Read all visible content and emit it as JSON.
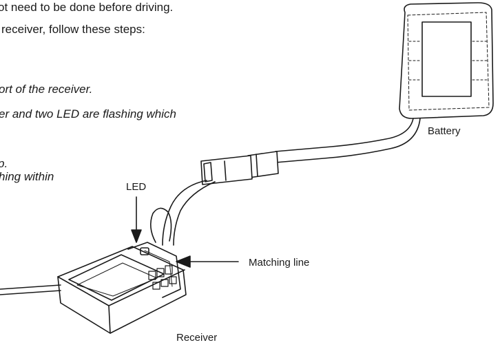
{
  "instructions": {
    "line1": "ot need to be done before driving.",
    "line2": "receiver, follow these steps:",
    "step1": "ort of the receiver.",
    "step2": "er and two LED are flashing which",
    "step3": "p.",
    "step4": "hing within"
  },
  "labels": {
    "battery": "Battery",
    "led": "LED",
    "matching_line": "Matching line",
    "receiver": "Receiver"
  }
}
